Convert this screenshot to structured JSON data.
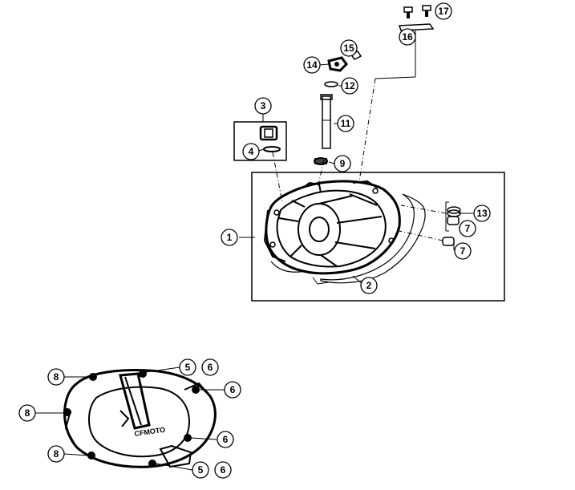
{
  "callouts": {
    "c1": "1",
    "c2": "2",
    "c3": "3",
    "c4": "4",
    "c7a": "7",
    "c7b": "7",
    "c9": "9",
    "c11": "11",
    "c12": "12",
    "c13": "13",
    "c14": "14",
    "c15": "15",
    "c16": "16",
    "c17": "17",
    "c5a": "5",
    "c6a": "6",
    "c6b": "6",
    "c6c": "6",
    "c5b": "5",
    "c6d": "6",
    "c8a": "8",
    "c8b": "8",
    "c8c": "8"
  },
  "cover_logo_text": "CFMOTO"
}
